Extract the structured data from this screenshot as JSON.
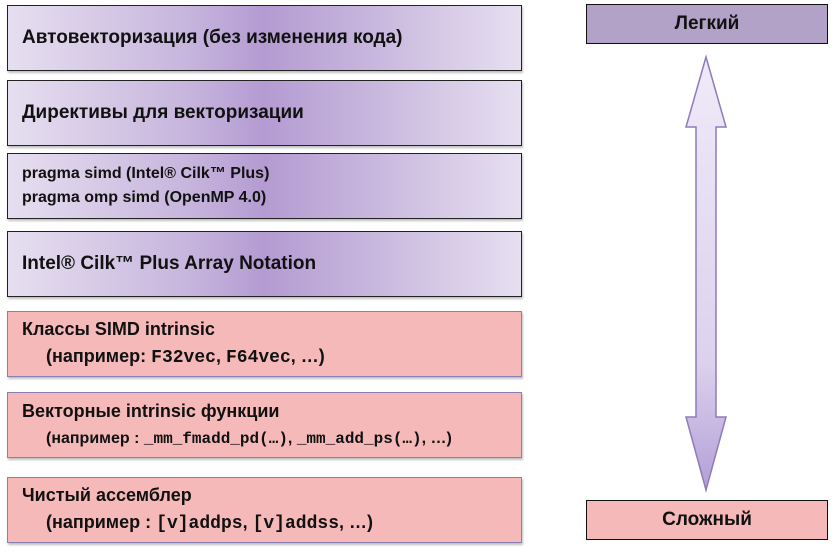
{
  "levels": [
    {
      "text": "Автовекторизация (без изменения кода)"
    },
    {
      "text": "Директивы для векторизации"
    },
    {
      "line1": "pragma simd (Intel® Cilk™ Plus)",
      "line2": "pragma omp simd (OpenMP 4.0)"
    },
    {
      "text": "Intel® Cilk™ Plus Array Notation"
    },
    {
      "title": "Классы SIMD intrinsic",
      "prefix": "(например: ",
      "code1": "F32vec",
      "sep": ", ",
      "code2": "F64vec",
      "suffix": ", …)"
    },
    {
      "title": "Векторные intrinsic функции",
      "prefix": "(например : ",
      "code1": "_mm_fmadd_pd(…)",
      "sep": ", ",
      "code2": "_mm_add_ps(…)",
      "suffix": ", …)"
    },
    {
      "title": "Чистый ассемблер",
      "prefix": "(например : ",
      "code1": "[v]addps",
      "sep": ", ",
      "code2": "[v]addss",
      "suffix": ", …)"
    }
  ],
  "scale": {
    "easy": "Легкий",
    "hard": "Сложный"
  },
  "colors": {
    "easy_bg": "#b3a2c8",
    "hard_bg": "#f6b9b9",
    "arrow_light": "#ece6f6",
    "arrow_dark": "#b8a6d8"
  }
}
